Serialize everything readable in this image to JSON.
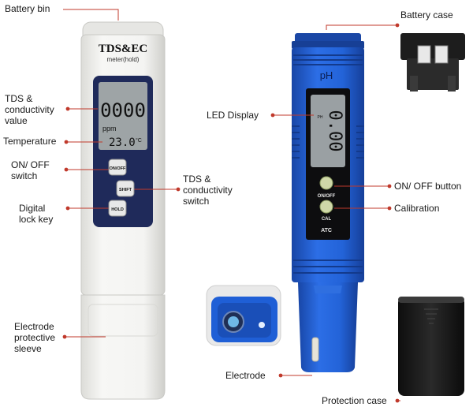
{
  "tds_meter": {
    "brand": "TDS&EC",
    "mode": "meter(hold)",
    "reading": "0000",
    "unit": "ppm",
    "temperature": "23.0",
    "temp_unit": "°C",
    "buttons": {
      "power": "ON/OFF",
      "shift": "SHIFT",
      "hold": "HOLD"
    }
  },
  "ph_meter": {
    "title": "pH",
    "reading": "0.00",
    "display_unit": "PH",
    "buttons": {
      "power": "ON/OFF",
      "cal": "CAL"
    },
    "atc": "ATC"
  },
  "labels": {
    "battery_bin": "Battery bin",
    "tds_ec_value": "TDS &\nconductivity\nvalue",
    "temperature": "Temperature",
    "on_off_switch": "ON/ OFF\nswitch",
    "digital_lock_key": "Digital\nlock key",
    "tds_ec_switch": "TDS &\nconductivity\nswitch",
    "electrode_sleeve": "Electrode\nprotective\nsleeve",
    "battery_case": "Battery case",
    "led_display": "LED Display",
    "on_off_button": "ON/ OFF button",
    "calibration": "Calibration",
    "electrode": "Electrode",
    "protection_case": "Protection case"
  },
  "colors": {
    "leader": "#c0392b",
    "ph_body": "#1f5fd6",
    "ph_body_dark": "#1848a8",
    "screen": "#9aa0a3",
    "panel": "#1f2a5a",
    "tds_body": "#f3f3f1",
    "case_black": "#1a1a1a"
  }
}
